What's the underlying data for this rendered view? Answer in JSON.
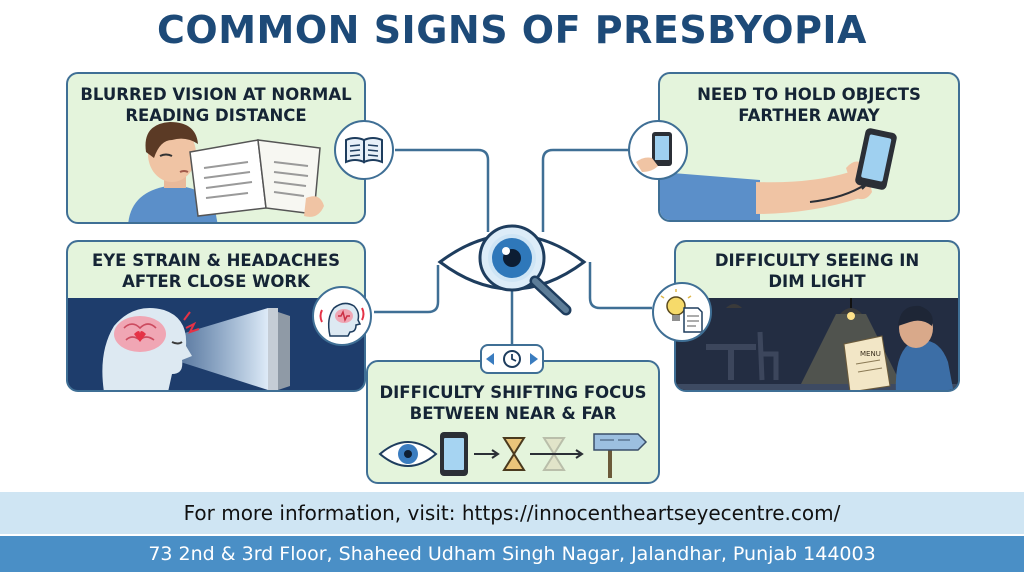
{
  "title": "COMMON SIGNS OF PRESBYOPIA",
  "signs": [
    {
      "line1": "BLURRED VISION AT NORMAL",
      "line2": "READING DISTANCE",
      "icon": "book-icon"
    },
    {
      "line1": "NEED TO HOLD OBJECTS",
      "line2": "FARTHER AWAY",
      "icon": "phone-in-hand-icon"
    },
    {
      "line1": "EYE STRAIN & HEADACHES",
      "line2": "AFTER CLOSE WORK",
      "icon": "head-strain-icon"
    },
    {
      "line1": "DIFFICULTY SEEING IN",
      "line2": "DIM LIGHT",
      "icon": "lightbulb-document-icon"
    },
    {
      "line1": "DIFFICULTY SHIFTING FOCUS",
      "line2": "BETWEEN NEAR & FAR",
      "icon": "focus-clock-arrows-icon"
    }
  ],
  "center_icon": "eye-magnifier-icon",
  "menu_label": "MENU",
  "footer": {
    "website": "For more information, visit: https://innocentheartseyecentre.com/",
    "address": "73 2nd & 3rd Floor, Shaheed Udham Singh Nagar, Jalandhar, Punjab 144003"
  },
  "colors": {
    "title": "#1d4a78",
    "card_background": "#e4f4dc",
    "card_border": "#3f6f95",
    "footer_light": "#cfe5f3",
    "footer_dark": "#4a8fc6"
  }
}
